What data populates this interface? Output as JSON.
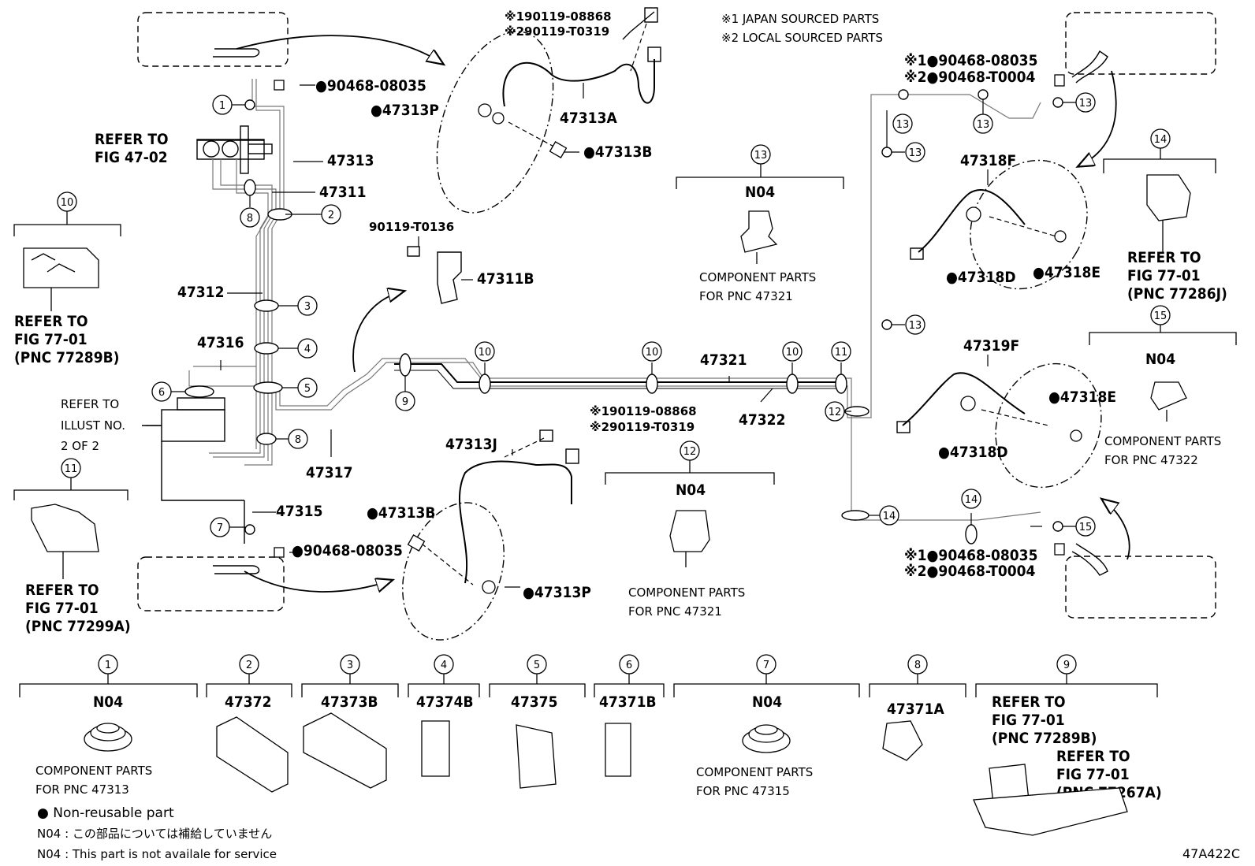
{
  "notes": {
    "japan": "※1 JAPAN SOURCED PARTS",
    "local": "※2 LOCAL SOURCED PARTS",
    "nonreusable": "● Non-reusable part",
    "n04_jp": "N04 :  この部品については補給していません",
    "n04_en": "N04 :  This part is not availale for service",
    "code": "47A422C"
  },
  "labels": {
    "p90468_08035": "●90468-08035",
    "p90468_08035_b": "●90468-08035",
    "s1_90468": "※1●90468-08035",
    "s2_90468": "※2●90468-T0004",
    "s1_90468_b": "※1●90468-08035",
    "s2_90468_b": "※2●90468-T0004",
    "s1_90119_top": "※190119-08868",
    "s2_90119_top": "※290119-T0319",
    "s1_90119_mid": "※190119-08868",
    "s2_90119_mid": "※290119-T0319",
    "p47313P_top": "●47313P",
    "p47313A": "47313A",
    "p47313B_top": "●47313B",
    "p47313": "47313",
    "p47311": "47311",
    "p90119_T0136": "90119-T0136",
    "p47311B": "47311B",
    "p47312": "47312",
    "p47316": "47316",
    "p47317": "47317",
    "p47315": "47315",
    "p47321": "47321",
    "p47322": "47322",
    "p47313J": "47313J",
    "p47313B_bot": "●47313B",
    "p47313P_bot": "●47313P",
    "p47318F": "47318F",
    "p47318D_top": "●47318D",
    "p47318E_top": "●47318E",
    "p47319F": "47319F",
    "p47318E_bot": "●47318E",
    "p47318D_bot": "●47318D",
    "refer_fig4702_a": "REFER TO",
    "refer_fig4702_b": "FIG 47-02",
    "refer_illust_a": "REFER TO",
    "refer_illust_b": "ILLUST NO.",
    "refer_illust_c": "2 OF 2"
  },
  "callouts": [
    {
      "num": "1"
    },
    {
      "num": "2"
    },
    {
      "num": "3"
    },
    {
      "num": "4"
    },
    {
      "num": "5"
    },
    {
      "num": "6"
    },
    {
      "num": "7"
    },
    {
      "num": "8"
    },
    {
      "num": "8"
    },
    {
      "num": "9"
    },
    {
      "num": "10"
    },
    {
      "num": "10"
    },
    {
      "num": "10"
    },
    {
      "num": "11"
    },
    {
      "num": "12"
    },
    {
      "num": "13"
    },
    {
      "num": "13"
    },
    {
      "num": "13"
    },
    {
      "num": "13"
    },
    {
      "num": "13"
    },
    {
      "num": "14"
    },
    {
      "num": "14"
    },
    {
      "num": "15"
    }
  ],
  "side_boxes": {
    "b10": {
      "num": "10",
      "r1": "REFER TO",
      "r2": "FIG 77-01",
      "r3": "(PNC 77289B)"
    },
    "b11": {
      "num": "11",
      "r1": "REFER TO",
      "r2": "FIG 77-01",
      "r3": "(PNC 77299A)"
    },
    "b13": {
      "num": "13",
      "code": "N04",
      "c1": "COMPONENT PARTS",
      "c2": "FOR PNC 47321"
    },
    "b12": {
      "num": "12",
      "code": "N04",
      "c1": "COMPONENT PARTS",
      "c2": "FOR PNC 47321"
    },
    "b14": {
      "num": "14",
      "r1": "REFER TO",
      "r2": "FIG 77-01",
      "r3": "(PNC 77286J)"
    },
    "b15": {
      "num": "15",
      "code": "N04",
      "c1": "COMPONENT PARTS",
      "c2": "FOR PNC 47322"
    }
  },
  "bottom_row": [
    {
      "num": "1",
      "title": "N04",
      "c1": "COMPONENT PARTS",
      "c2": "FOR PNC 47313"
    },
    {
      "num": "2",
      "title": "47372"
    },
    {
      "num": "3",
      "title": "47373B"
    },
    {
      "num": "4",
      "title": "47374B"
    },
    {
      "num": "5",
      "title": "47375"
    },
    {
      "num": "6",
      "title": "47371B"
    },
    {
      "num": "7",
      "title": "N04",
      "c1": "COMPONENT PARTS",
      "c2": "FOR PNC 47315"
    },
    {
      "num": "8",
      "title": "47371A"
    },
    {
      "num": "9",
      "r1": "REFER TO",
      "r2": "FIG 77-01",
      "r3": "(PNC 77289B)",
      "s1": "REFER TO",
      "s2": "FIG 77-01",
      "s3": "(PNC 77267A)"
    }
  ]
}
